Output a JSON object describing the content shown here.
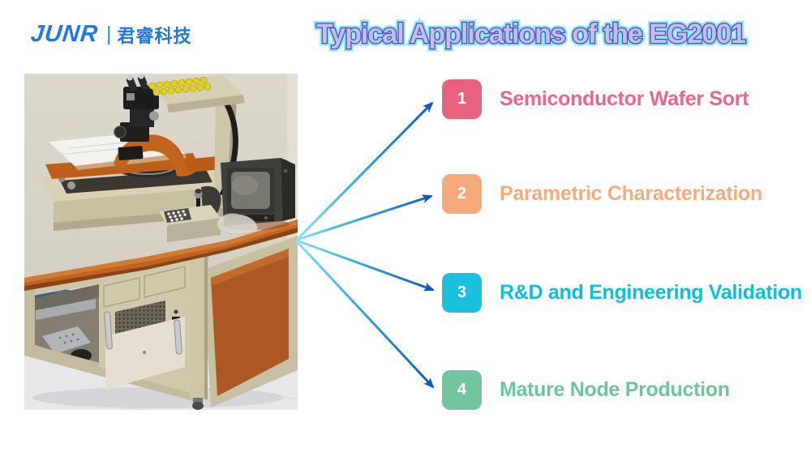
{
  "brand": {
    "name_en": "JUNR",
    "divider": "|",
    "name_cn": "君睿科技",
    "color": "#2176e8"
  },
  "header": {
    "title": "Typical Applications of the EG2001",
    "fill_color": "#c4bcf4",
    "outline_color": "#8ee9f2",
    "inner_line_color": "#4a55a8"
  },
  "photo": {
    "semantic": "wafer-probe-station-photo"
  },
  "arrows": {
    "count": 4,
    "start_color": "#8fe3ee",
    "mid_color": "#3aa8d8",
    "end_color": "#1257c4"
  },
  "items": [
    {
      "number": "1",
      "label": "Semiconductor Wafer Sort",
      "box_color": "#e8617f",
      "text_color": "#e8688c"
    },
    {
      "number": "2",
      "label": "Parametric Characterization",
      "box_color": "#f5a87c",
      "text_color": "#f7ab7e"
    },
    {
      "number": "3",
      "label": "R&D and Engineering Validation",
      "box_color": "#1cc0df",
      "text_color": "#0fbedc"
    },
    {
      "number": "4",
      "label": "Mature Node Production",
      "box_color": "#72c59c",
      "text_color": "#6ec59a"
    }
  ]
}
